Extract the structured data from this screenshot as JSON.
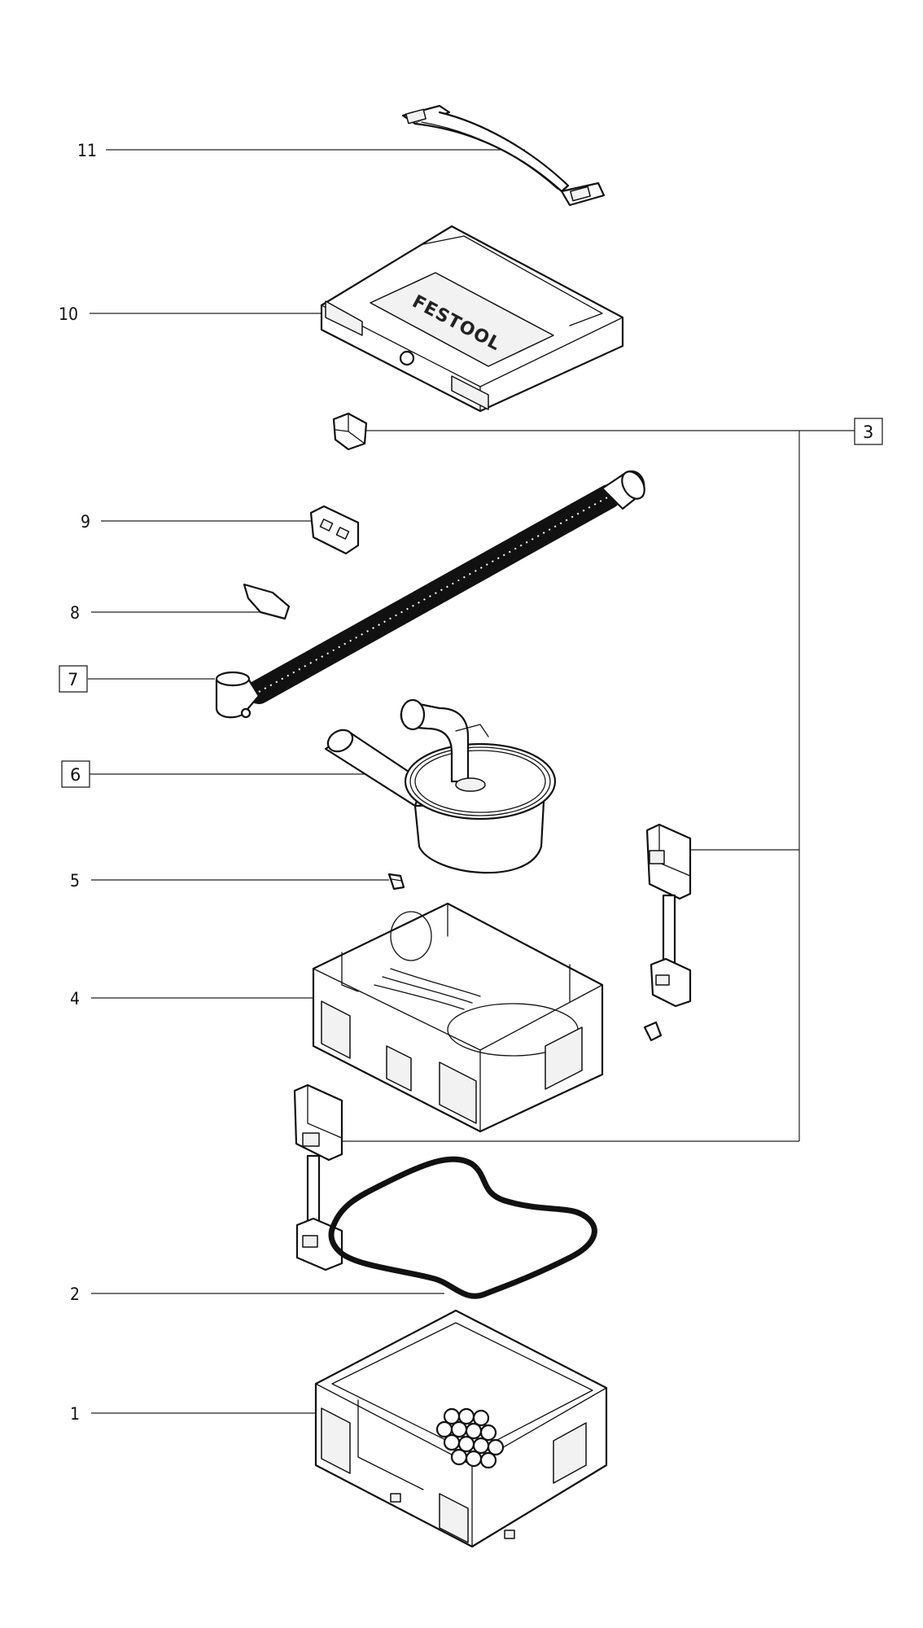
{
  "callouts": [
    {
      "id": "11",
      "boxed": false
    },
    {
      "id": "10",
      "boxed": false
    },
    {
      "id": "3",
      "boxed": true
    },
    {
      "id": "9",
      "boxed": false
    },
    {
      "id": "8",
      "boxed": false
    },
    {
      "id": "7",
      "boxed": true
    },
    {
      "id": "6",
      "boxed": true
    },
    {
      "id": "5",
      "boxed": false
    },
    {
      "id": "4",
      "boxed": false
    },
    {
      "id": "2",
      "boxed": false
    },
    {
      "id": "1",
      "boxed": false
    }
  ],
  "lid": {
    "brand_text": "FESTOOL"
  }
}
